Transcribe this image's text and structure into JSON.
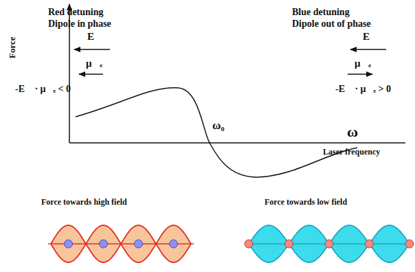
{
  "diagram": {
    "labels": [
      "Force",
      "Red detuning",
      "Dipole in phase",
      "Blue detuning",
      "Dipole out of phase",
      "E⃗",
      "μ⃗ₑ",
      "E⃗",
      "μ⃗ₑ",
      "-E⃗ · μ⃗ₑ < 0",
      "-E⃗ · μ⃗ₑ > 0",
      "ω₀",
      "ω",
      "Laser frequency",
      "Force towards high field",
      "Force towards low field"
    ]
  }
}
